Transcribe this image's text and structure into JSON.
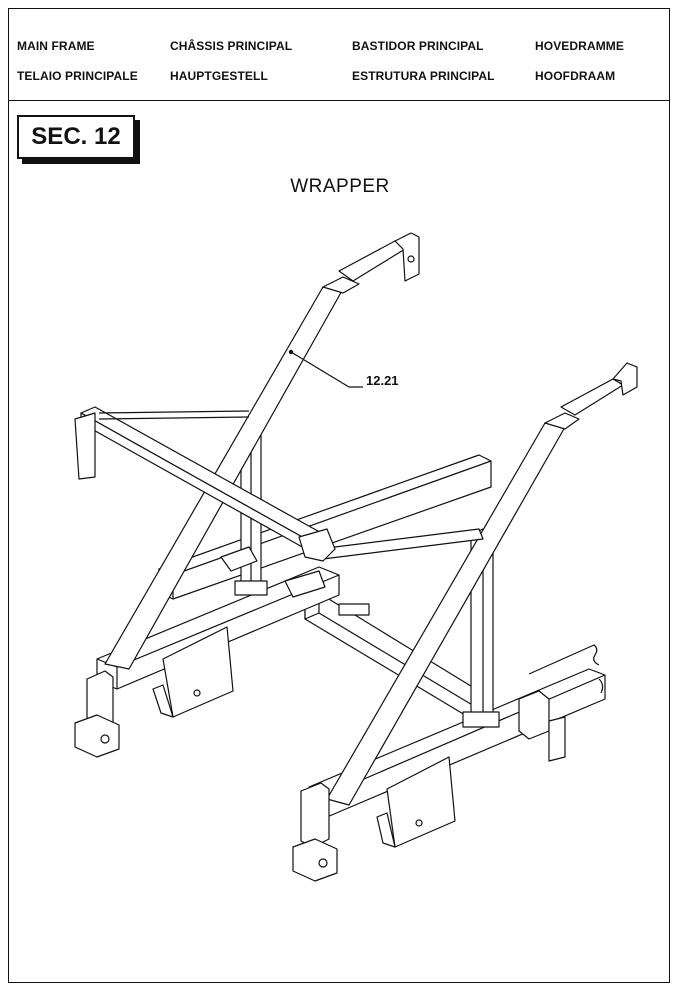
{
  "header": {
    "row1": [
      "MAIN FRAME",
      "CHÂSSIS PRINCIPAL",
      "BASTIDOR PRINCIPAL",
      "HOVEDRAMME"
    ],
    "row2": [
      "TELAIO PRINCIPALE",
      "HAUPTGESTELL",
      "ESTRUTURA PRINCIPAL",
      "HOOFDRAAM"
    ]
  },
  "section_label": "SEC. 12",
  "drawing_title": "WRAPPER",
  "callouts": [
    {
      "label": "12.21"
    }
  ]
}
